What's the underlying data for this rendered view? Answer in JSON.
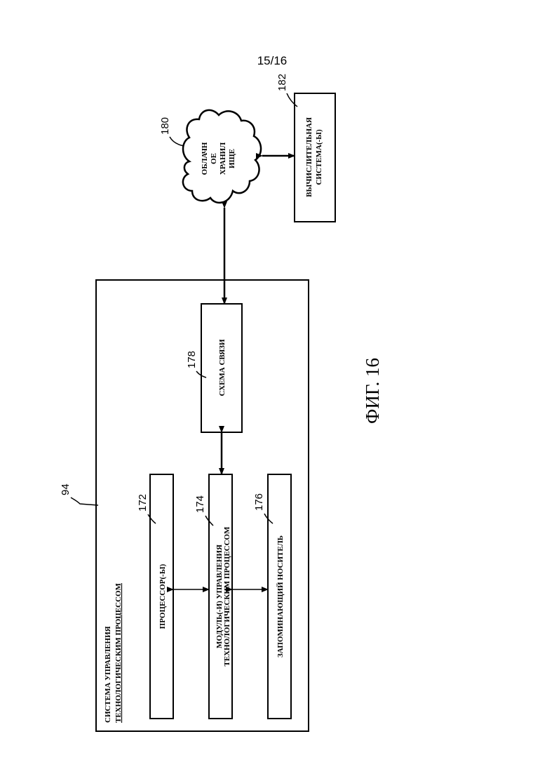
{
  "page_number": "15/16",
  "figure_caption": "ФИГ. 16",
  "system": {
    "ref": "94",
    "title_line1": "СИСТЕМА УПРАВЛЕНИЯ",
    "title_line2": "ТЕХНОЛОГИЧЕСКИМ ПРОЦЕССОМ"
  },
  "processor": {
    "ref": "172",
    "label": "ПРОЦЕССОР(-Ы)"
  },
  "control_module": {
    "ref": "174",
    "label_line1": "МОДУЛЬ(-И) УПРАВЛЕНИЯ",
    "label_line2": "ТЕХНОЛОГИЧЕСКИМ ПРОЦЕССОМ"
  },
  "storage_medium": {
    "ref": "176",
    "label": "ЗАПОМИНАЮЩИЙ НОСИТЕЛЬ"
  },
  "comm_circuit": {
    "ref": "178",
    "label": "СХЕМА СВЯЗИ"
  },
  "cloud_storage": {
    "ref": "180",
    "label_lines": [
      "ОБЛАЧН",
      "ОЕ",
      "ХРАНИЛ",
      "ИЩЕ"
    ]
  },
  "computing_system": {
    "ref": "182",
    "label_line1": "ВЫЧИСЛИТЕЛЬНАЯ",
    "label_line2": "СИСТЕМА(-Ы)"
  }
}
